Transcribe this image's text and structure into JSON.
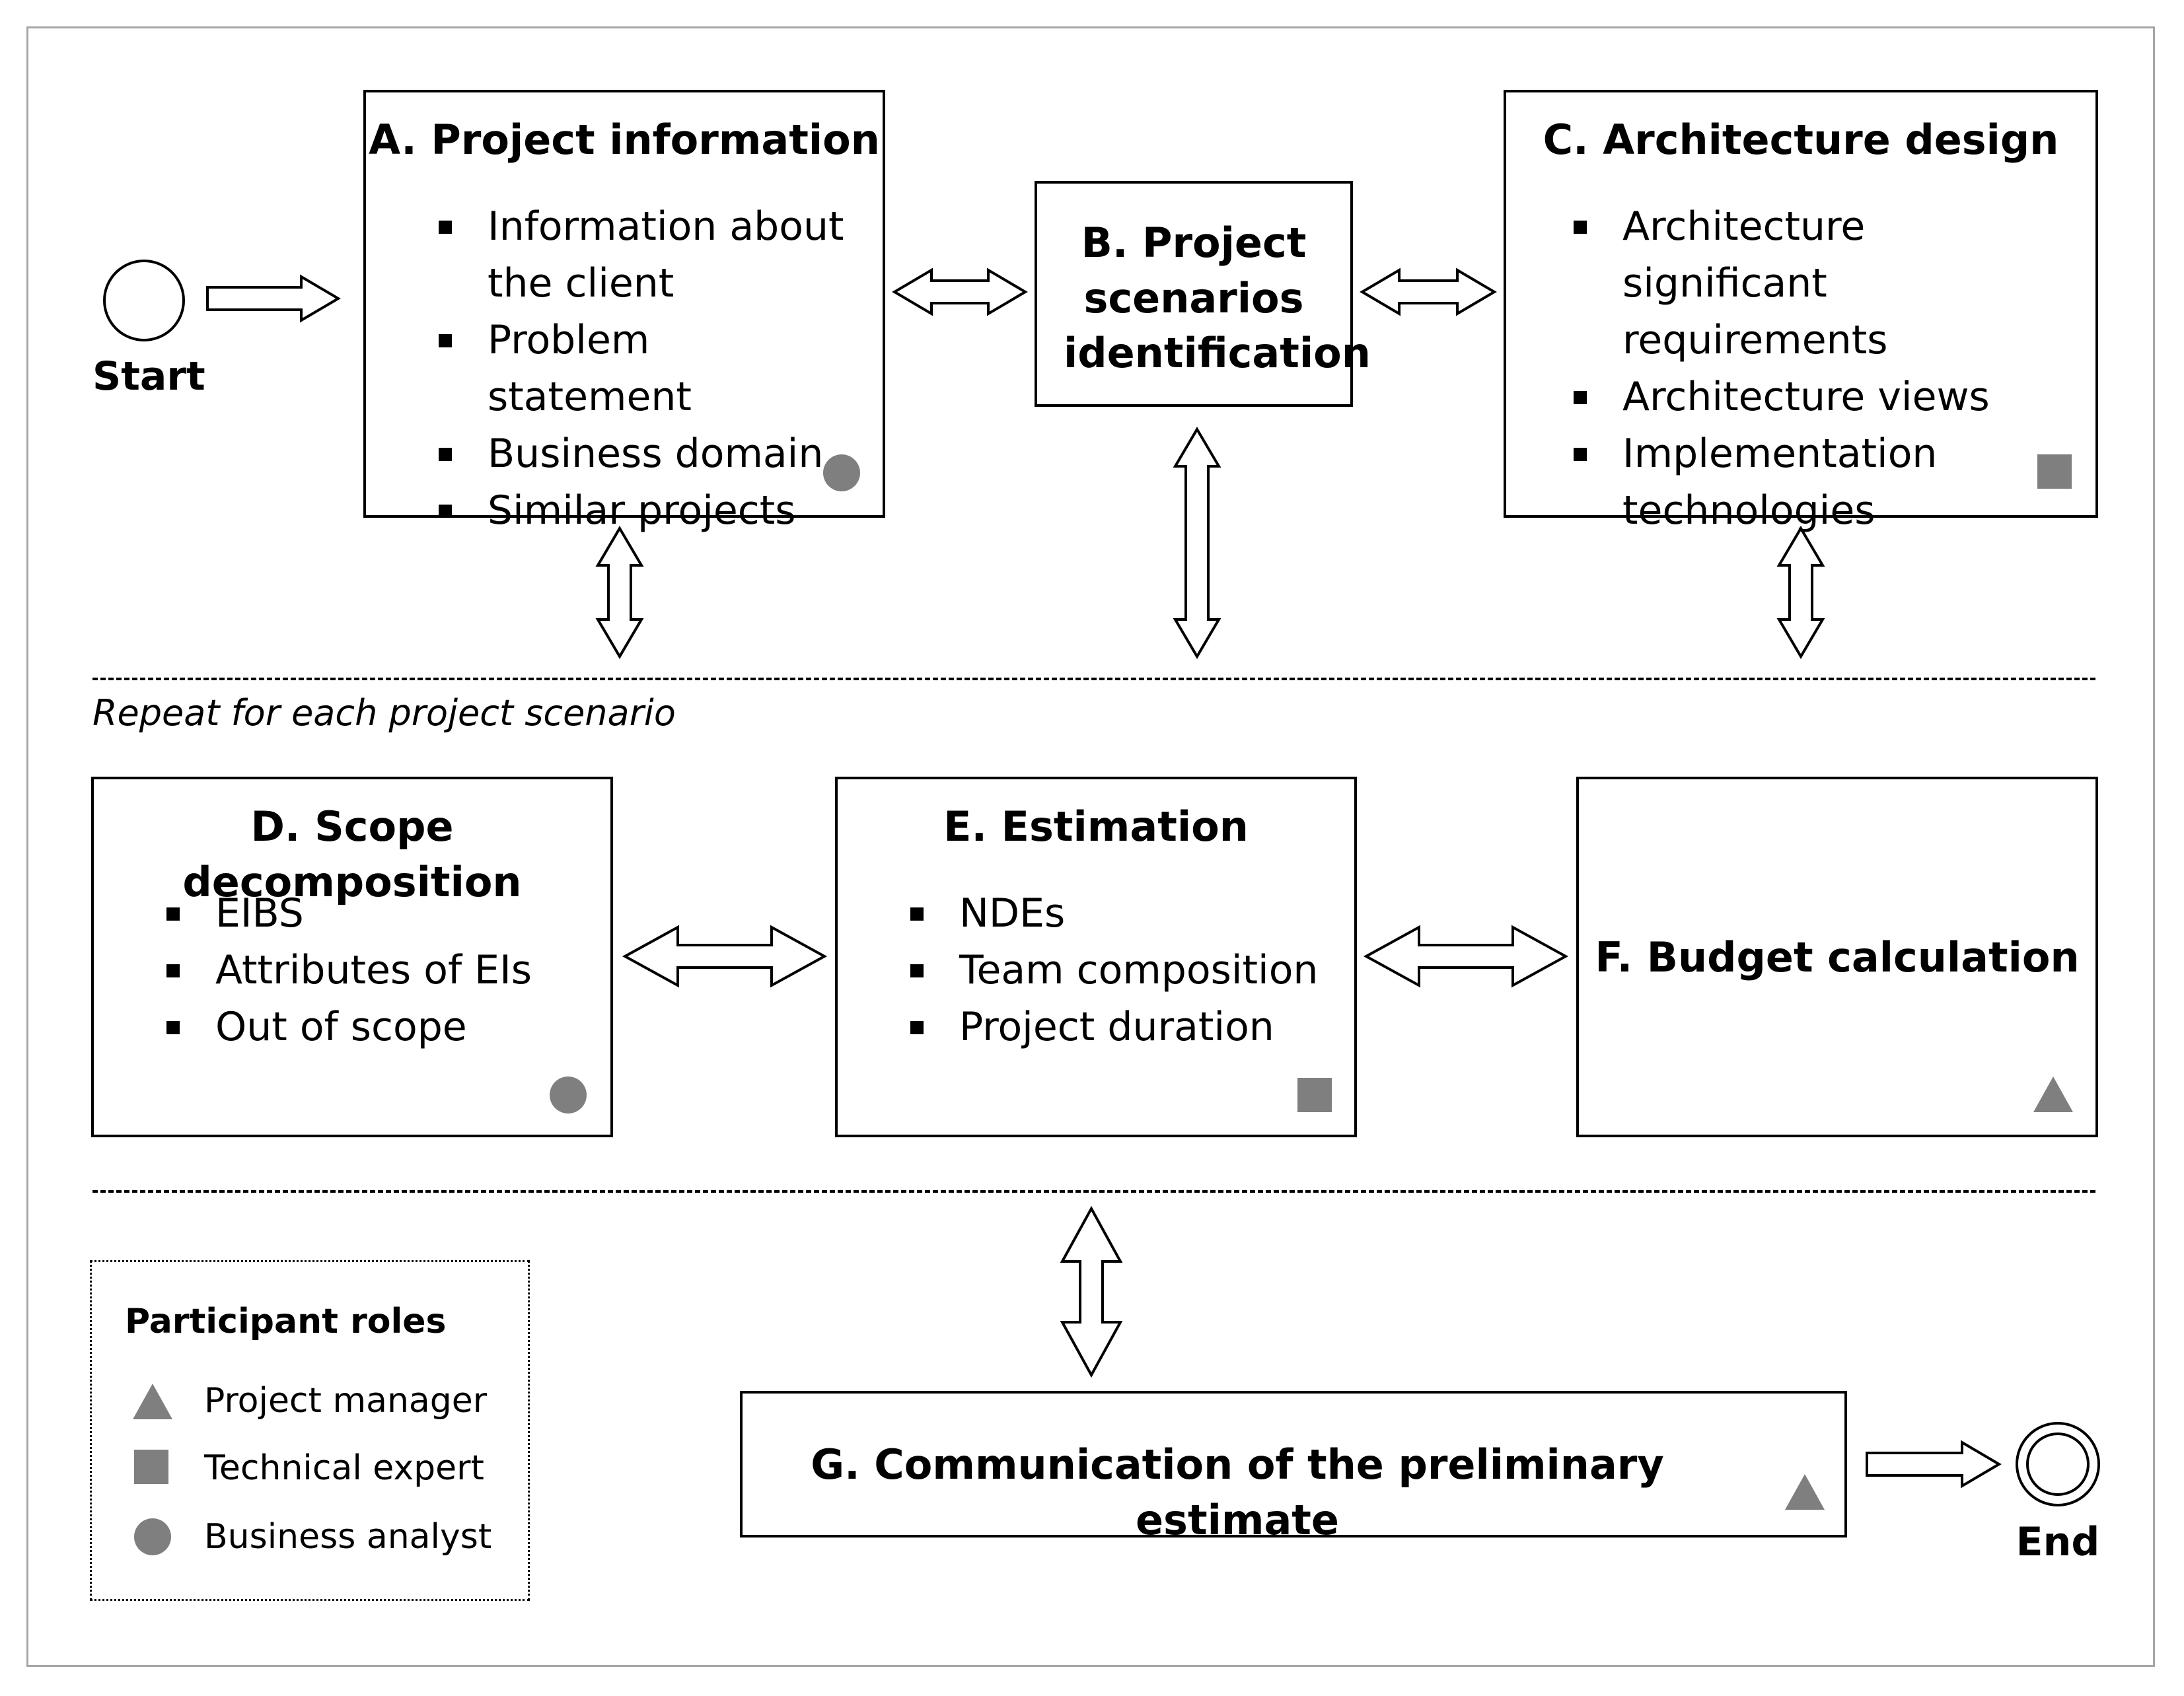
{
  "start_label": "Start",
  "end_label": "End",
  "repeat_note": "Repeat for each project scenario",
  "boxes": {
    "a": {
      "title": "A. Project information",
      "items": [
        "Information about the client",
        "Problem statement",
        "Business domain",
        "Similar projects"
      ],
      "role_icon": "circle-icon"
    },
    "b": {
      "title": "B. Project scenarios identification"
    },
    "c": {
      "title": "C. Architecture design",
      "items": [
        "Architecture significant requirements",
        "Architecture views",
        "Implementation technologies"
      ],
      "role_icon": "square-icon"
    },
    "d": {
      "title": "D. Scope decomposition",
      "items": [
        "EIBS",
        "Attributes of EIs",
        "Out of scope"
      ],
      "role_icon": "circle-icon"
    },
    "e": {
      "title": "E. Estimation",
      "items": [
        "NDEs",
        "Team composition",
        "Project duration"
      ],
      "role_icon": "square-icon"
    },
    "f": {
      "title": "F. Budget calculation",
      "role_icon": "triangle-icon"
    },
    "g": {
      "title": "G. Communication of the preliminary estimate",
      "role_icon": "triangle-icon"
    }
  },
  "legend": {
    "title": "Participant roles",
    "items": [
      {
        "icon": "triangle-icon",
        "label": "Project manager"
      },
      {
        "icon": "square-icon",
        "label": "Technical expert"
      },
      {
        "icon": "circle-icon",
        "label": "Business analyst"
      }
    ]
  },
  "colors": {
    "role_marker": "#7f7f7f",
    "frame": "#a6a6a6",
    "line": "#000000"
  }
}
